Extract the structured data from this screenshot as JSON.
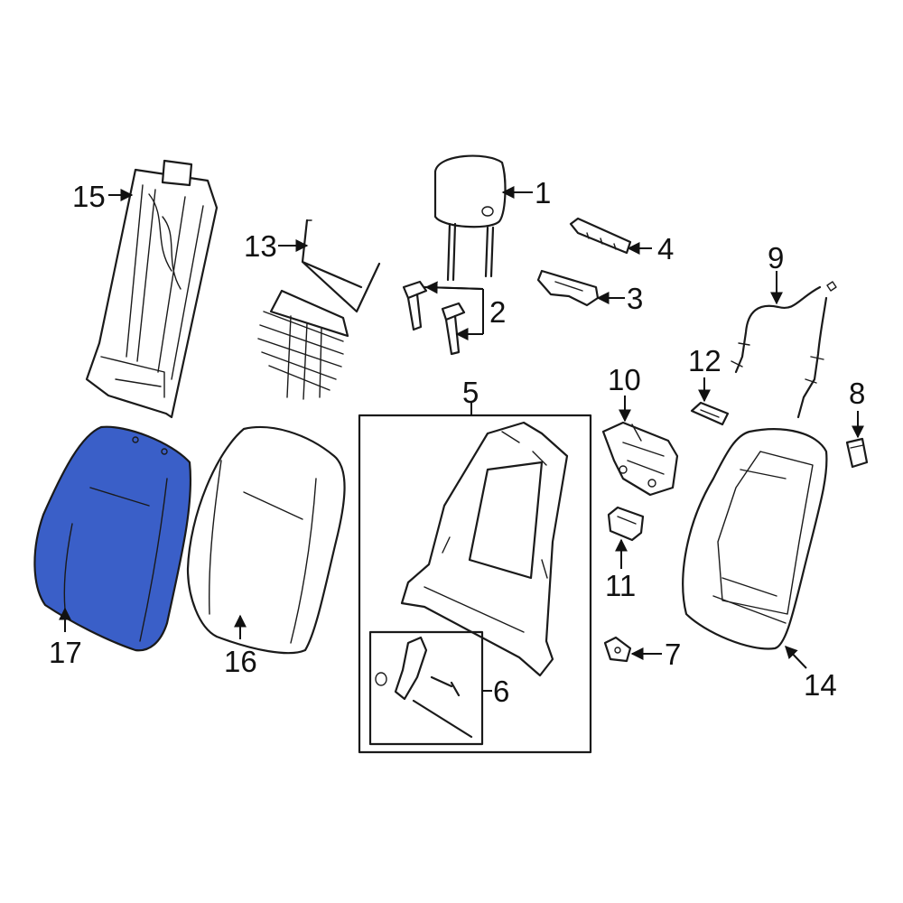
{
  "colors": {
    "highlight": "#3a5fc8",
    "line": "#1a1a1a",
    "background": "#ffffff"
  },
  "callouts": {
    "c1": "1",
    "c2": "2",
    "c3": "3",
    "c4": "4",
    "c5": "5",
    "c6": "6",
    "c7": "7",
    "c8": "8",
    "c9": "9",
    "c10": "10",
    "c11": "11",
    "c12": "12",
    "c13": "13",
    "c14": "14",
    "c15": "15",
    "c16": "16",
    "c17": "17"
  }
}
